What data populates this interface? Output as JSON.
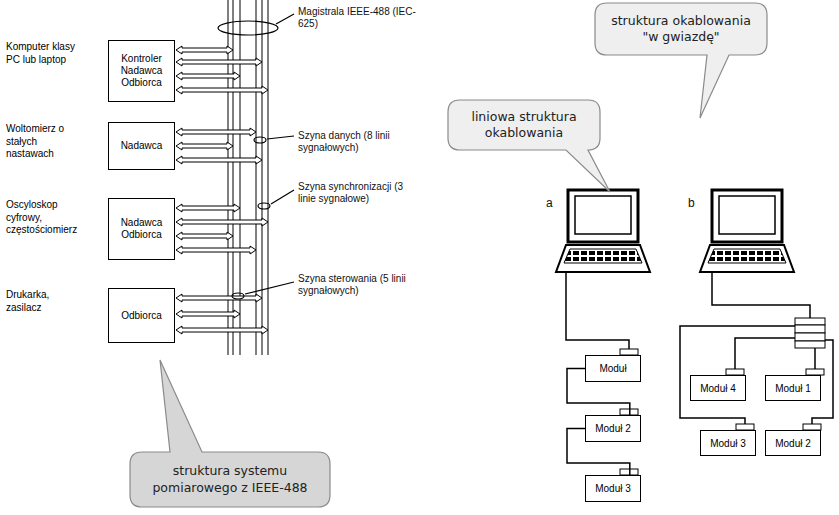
{
  "diagram": {
    "nodes": [
      {
        "text": [
          "Komputer klasy PC lub laptop",
          "Kontroler Nadawca Odbiorca"
        ]
      },
      {
        "text": [
          "Woltomierz o stałych nastawach",
          "Nadawca"
        ]
      },
      {
        "text": [
          "Oscyloskop cyfrowy, częstościomierz",
          "Nadawca Odbiorca"
        ]
      },
      {
        "text": [
          "Drukarka, zasilacz",
          "Odbiorca"
        ]
      },
      {
        "text": [
          "struktura systemu pomiarowego z IEEE-488"
        ]
      },
      {
        "text": [
          "liniowa struktura okablowania"
        ]
      },
      {
        "text": [
          "struktura okablowania \"w gwiazdę\""
        ]
      },
      {
        "text": [
          "Moduł"
        ]
      },
      {
        "text": [
          "Moduł 2"
        ]
      },
      {
        "text": [
          "Moduł 3"
        ]
      },
      {
        "text": [
          "Moduł 4"
        ]
      },
      {
        "text": [
          "Moduł 1"
        ]
      },
      {
        "text": [
          "Moduł 3"
        ]
      },
      {
        "text": [
          "Moduł 2"
        ]
      }
    ],
    "edges": [
      {
        "from": 7,
        "to": 8,
        "arrow": "none"
      },
      {
        "from": 8,
        "to": 9,
        "arrow": "none"
      }
    ],
    "labels": [
      "Magistrala IEEE-488 (IEC-625)",
      "Szyna danych (8 linii sygnałowych)",
      "Szyna synchronizacji (3 linie sygnałowe)",
      "Szyna sterowania (5 linii sygnałowych)",
      "a",
      "b"
    ]
  }
}
